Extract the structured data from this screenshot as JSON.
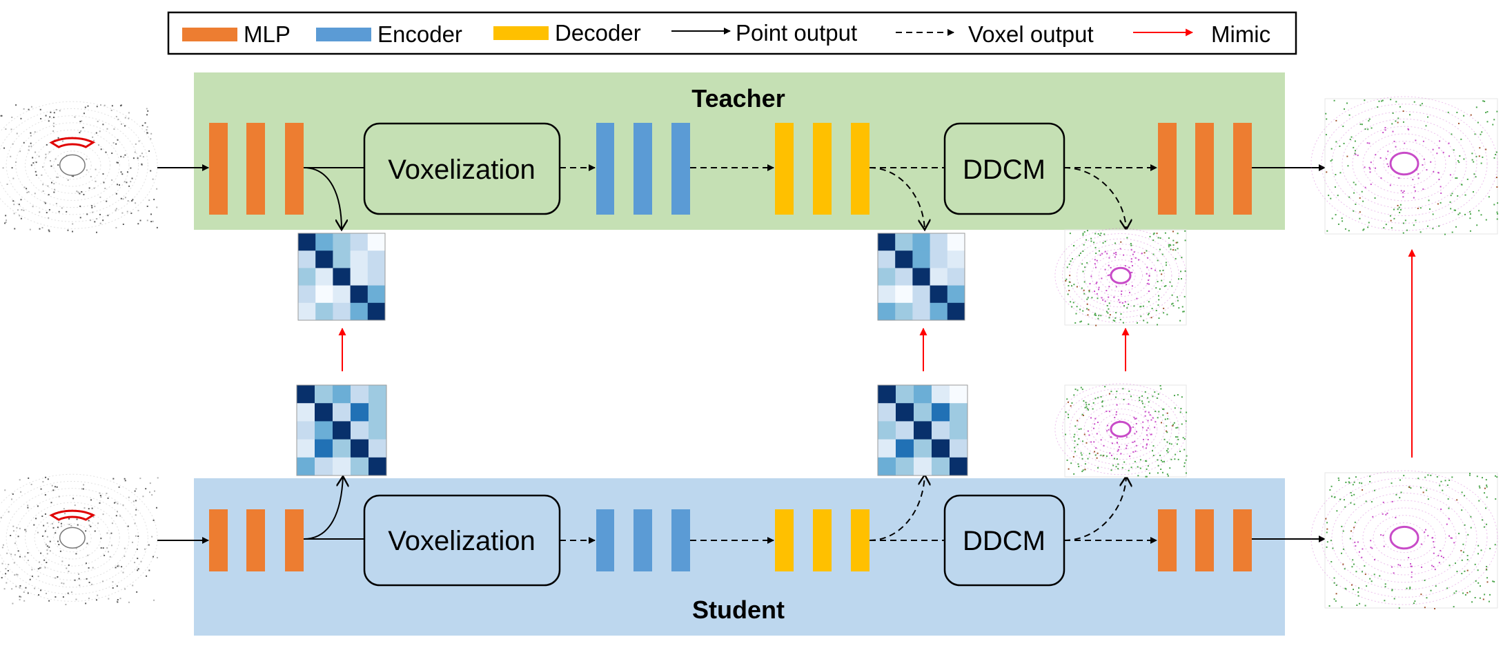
{
  "legend": {
    "mlp": {
      "label": "MLP",
      "color": "#ED7D31"
    },
    "encoder": {
      "label": "Encoder",
      "color": "#5B9BD5"
    },
    "decoder": {
      "label": "Decoder",
      "color": "#FFC000"
    },
    "point_output": {
      "label": "Point output",
      "style": "solid"
    },
    "voxel_output": {
      "label": "Voxel output",
      "style": "dashed"
    },
    "mimic": {
      "label": "Mimic",
      "color": "#FF0000"
    }
  },
  "teacher": {
    "title": "Teacher",
    "background": "#C5E0B4"
  },
  "student": {
    "title": "Student",
    "background": "#BDD7EE"
  },
  "modules": {
    "voxelization": "Voxelization",
    "ddcm": "DDCM"
  },
  "matrices": {
    "palette": [
      "#08306B",
      "#2171B5",
      "#6BAED6",
      "#9ECAE1",
      "#C6DBEF",
      "#DEEBF7",
      "#F7FBFF"
    ],
    "teacher_point": [
      [
        0,
        2,
        3,
        4,
        6
      ],
      [
        4,
        0,
        3,
        5,
        4
      ],
      [
        3,
        5,
        0,
        5,
        4
      ],
      [
        4,
        6,
        5,
        0,
        2
      ],
      [
        5,
        3,
        4,
        2,
        0
      ]
    ],
    "student_point": [
      [
        0,
        3,
        2,
        4,
        3
      ],
      [
        5,
        0,
        4,
        1,
        3
      ],
      [
        4,
        2,
        0,
        4,
        3
      ],
      [
        5,
        1,
        3,
        0,
        4
      ],
      [
        2,
        4,
        5,
        3,
        0
      ]
    ],
    "teacher_voxel": [
      [
        0,
        3,
        2,
        4,
        6
      ],
      [
        4,
        0,
        2,
        4,
        5
      ],
      [
        3,
        4,
        0,
        5,
        4
      ],
      [
        5,
        6,
        4,
        0,
        2
      ],
      [
        2,
        3,
        4,
        2,
        0
      ]
    ],
    "student_voxel": [
      [
        0,
        3,
        2,
        5,
        6
      ],
      [
        4,
        0,
        3,
        1,
        3
      ],
      [
        3,
        4,
        0,
        4,
        3
      ],
      [
        5,
        1,
        3,
        0,
        4
      ],
      [
        2,
        3,
        5,
        3,
        0
      ]
    ]
  },
  "thumbnails": {
    "input": "lidar-point-cloud-input",
    "output": "segmentation-output",
    "point_colors": [
      "#9B9B9B",
      "#C84BC8",
      "#4AA54A",
      "#A0522D"
    ]
  }
}
